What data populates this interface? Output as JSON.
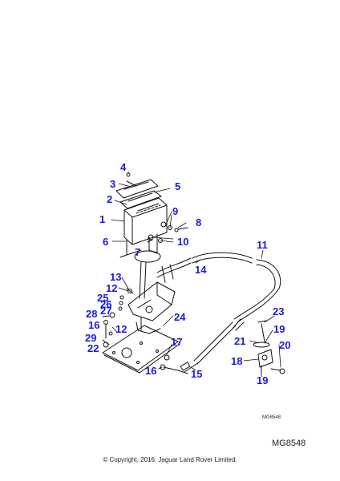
{
  "diagram": {
    "labels": [
      {
        "id": "4",
        "text": "4"
      },
      {
        "id": "3",
        "text": "3"
      },
      {
        "id": "5",
        "text": "5"
      },
      {
        "id": "2",
        "text": "2"
      },
      {
        "id": "9",
        "text": "9"
      },
      {
        "id": "1",
        "text": "1"
      },
      {
        "id": "8",
        "text": "8"
      },
      {
        "id": "6",
        "text": "6"
      },
      {
        "id": "10",
        "text": "10"
      },
      {
        "id": "11",
        "text": "11"
      },
      {
        "id": "7",
        "text": "7"
      },
      {
        "id": "14",
        "text": "14"
      },
      {
        "id": "13",
        "text": "13"
      },
      {
        "id": "12a",
        "text": "12"
      },
      {
        "id": "25",
        "text": "25"
      },
      {
        "id": "26",
        "text": "26"
      },
      {
        "id": "27",
        "text": "27"
      },
      {
        "id": "28",
        "text": "28"
      },
      {
        "id": "24",
        "text": "24"
      },
      {
        "id": "23",
        "text": "23"
      },
      {
        "id": "16a",
        "text": "16"
      },
      {
        "id": "12b",
        "text": "12"
      },
      {
        "id": "19a",
        "text": "19"
      },
      {
        "id": "29",
        "text": "29"
      },
      {
        "id": "21",
        "text": "21"
      },
      {
        "id": "22",
        "text": "22"
      },
      {
        "id": "17",
        "text": "17"
      },
      {
        "id": "20",
        "text": "20"
      },
      {
        "id": "18",
        "text": "18"
      },
      {
        "id": "16b",
        "text": "16"
      },
      {
        "id": "15",
        "text": "15"
      },
      {
        "id": "19b",
        "text": "19"
      }
    ],
    "ref_small": "MG8548",
    "ref_large": "MG8548",
    "copyright": "© Copyright, 2016. Jaguar Land Rover Limited.",
    "label_color": "#1a1adb"
  }
}
